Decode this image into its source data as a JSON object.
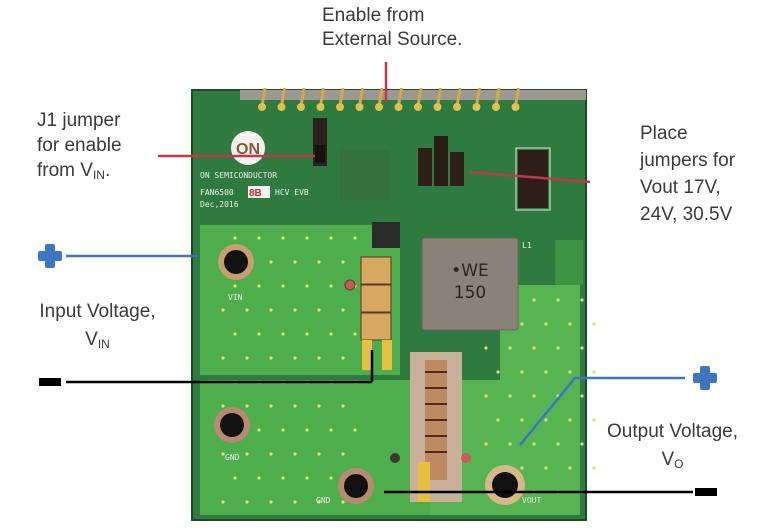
{
  "title": "FAN6500 HCV EVB board setup",
  "annotations": {
    "enable_external": {
      "line1": "Enable from",
      "line2": "External Source."
    },
    "j1_jumper": {
      "line1": "J1 jumper",
      "line2": "for enable",
      "line3_prefix": "from V",
      "line3_sub": "IN",
      "line3_suffix": "."
    },
    "place_jumpers": {
      "line1": "Place",
      "line2": "jumpers for",
      "line3": "Vout 17V,",
      "line4": "24V, 30.5V"
    },
    "input_voltage": {
      "line1": "Input Voltage,",
      "line2_prefix": "V",
      "line2_sub": "IN"
    },
    "output_voltage": {
      "line1": "Output Voltage,",
      "line2_prefix": "V",
      "line2_sub": "O"
    }
  },
  "polarity": {
    "input_plus": "+",
    "input_minus": "−",
    "output_plus": "+",
    "output_minus": "−"
  },
  "board": {
    "logo": "ON",
    "manufacturer": "ON SEMICONDUCTOR",
    "model_prefix": "FAN6500",
    "model_variant": "8B",
    "model_suffix": "HCV EVB",
    "date": "Dec,2016",
    "inductor_line1": "•WE",
    "inductor_line2": "150",
    "inductor_ref": "L1",
    "terminals": [
      "VIN",
      "GND",
      "GND",
      "VOUT"
    ]
  },
  "colors": {
    "pcb_dark": "#2f7a3e",
    "pcb_light": "#5cb85c",
    "callout_red": "#c0394a",
    "polarity_blue": "#3f74c2",
    "polarity_black": "#000000"
  }
}
